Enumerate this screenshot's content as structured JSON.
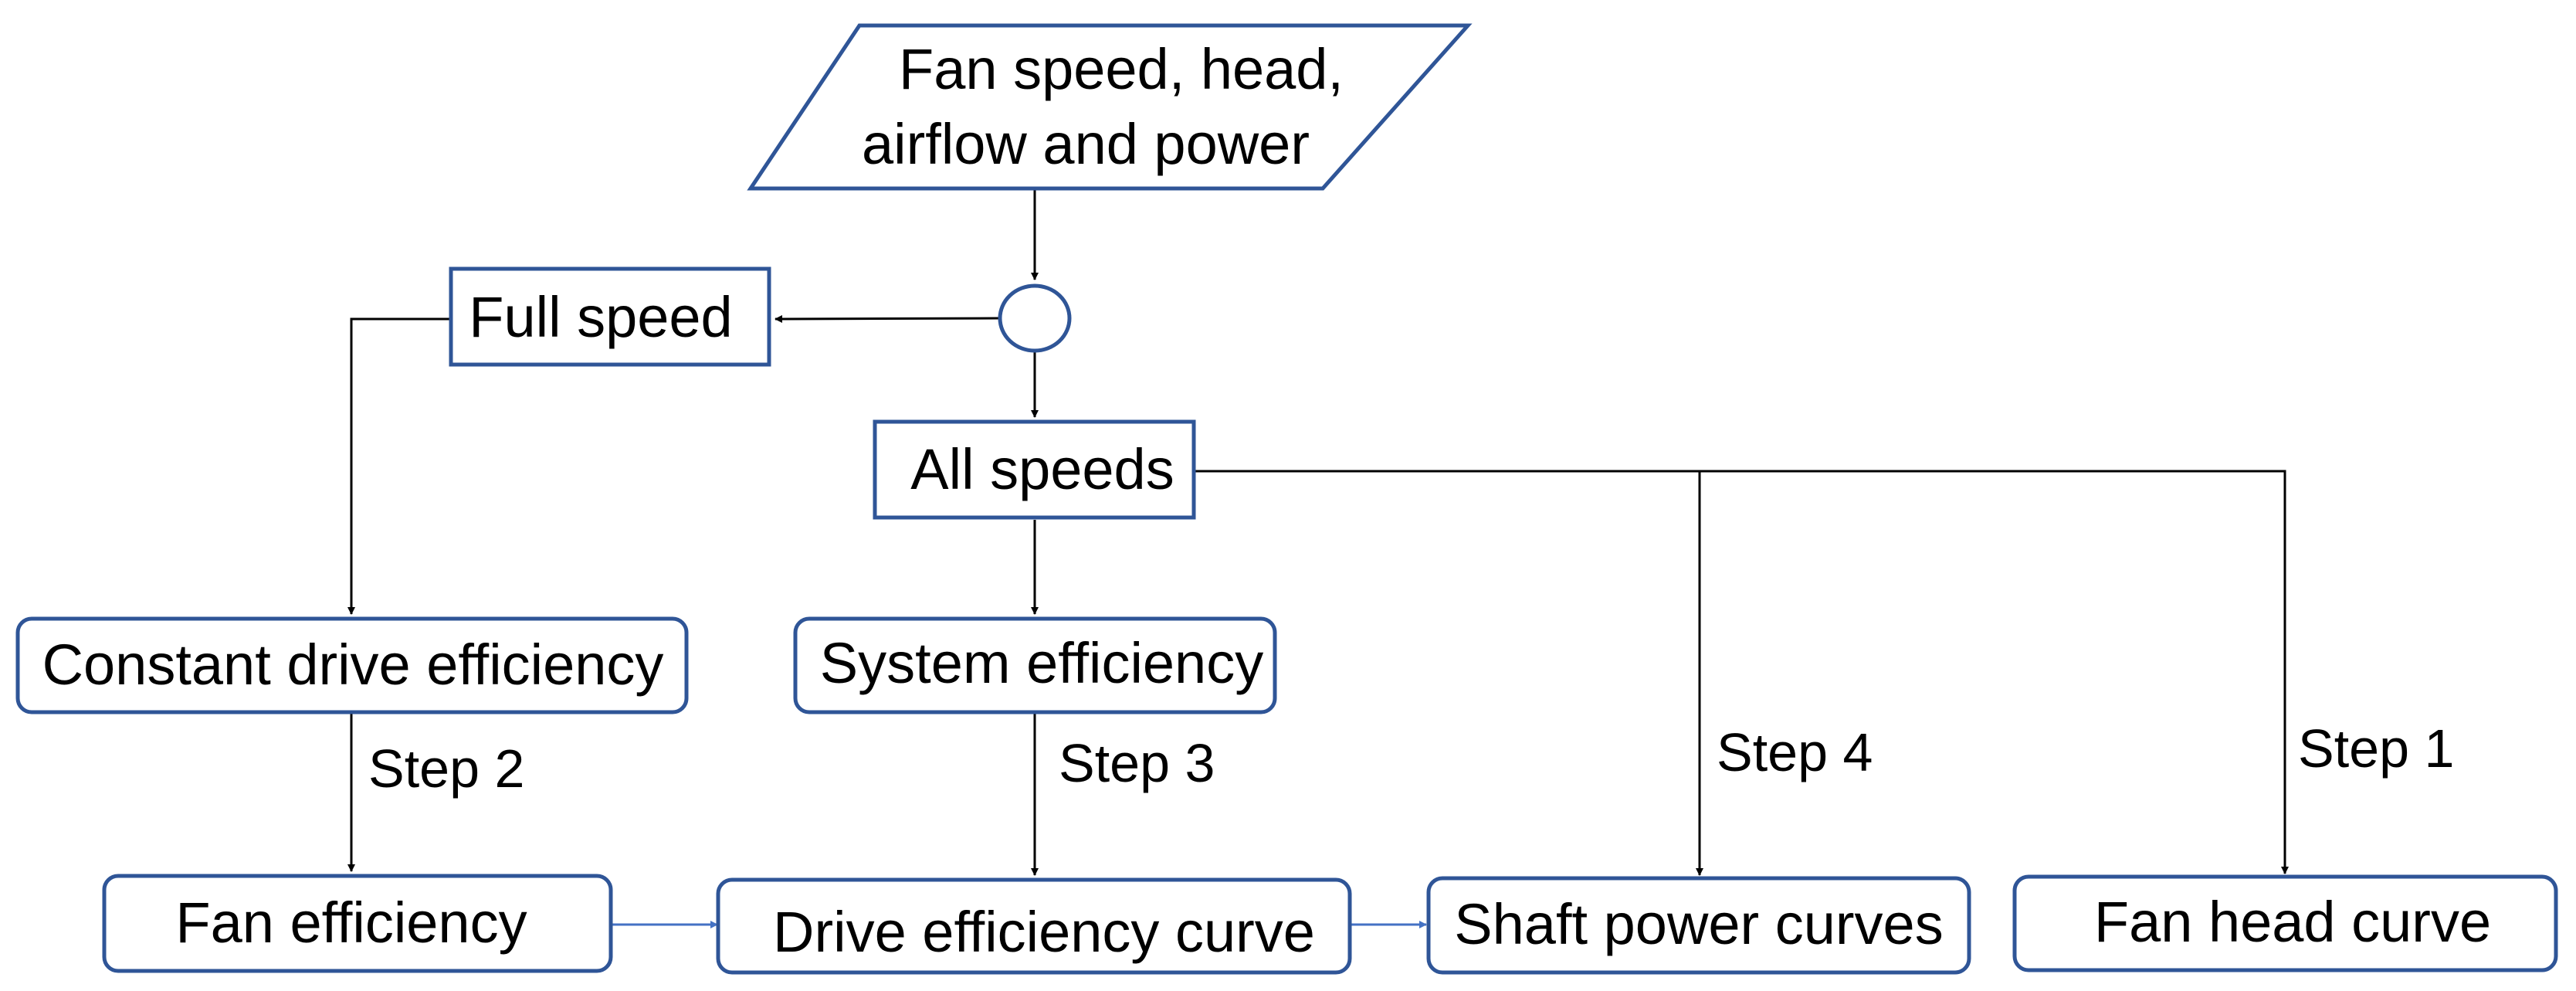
{
  "diagram": {
    "nodes": {
      "input": {
        "line1": "Fan speed, head,",
        "line2": "airflow and power"
      },
      "full_speed": "Full speed",
      "all_speeds": "All speeds",
      "constant_drive_efficiency": "Constant drive efficiency",
      "system_efficiency": "System efficiency",
      "fan_efficiency": "Fan efficiency",
      "drive_efficiency_curve": "Drive efficiency curve",
      "shaft_power_curves": "Shaft power curves",
      "fan_head_curve": "Fan head curve"
    },
    "steps": {
      "step1": "Step 1",
      "step2": "Step 2",
      "step3": "Step 3",
      "step4": "Step 4"
    },
    "colors": {
      "shape_border": "#2F5597",
      "connector": "#000000",
      "accent_connector": "#4472C4"
    }
  }
}
